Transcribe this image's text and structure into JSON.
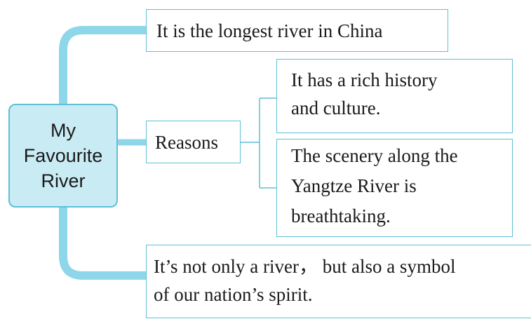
{
  "mindmap": {
    "center": {
      "line1": "My",
      "line2": "Favourite",
      "line3": "River"
    },
    "branches": {
      "longest": {
        "text": "It is the longest river in China"
      },
      "reasons": {
        "label": "Reasons",
        "children": [
          {
            "line1": "It has a rich history",
            "line2": "and culture."
          },
          {
            "line1": "The scenery along the",
            "line2": "Yangtze River is",
            "line3": "breathtaking."
          }
        ]
      },
      "symbol": {
        "line1": "It’s not only a river， but also a symbol",
        "line2": "of our nation’s spirit."
      }
    },
    "colors": {
      "connector": "#8ed6ea",
      "thin_connector": "#5fbfd6",
      "border": "#5fbfd6",
      "center_fill": "#c9ecf4"
    }
  }
}
